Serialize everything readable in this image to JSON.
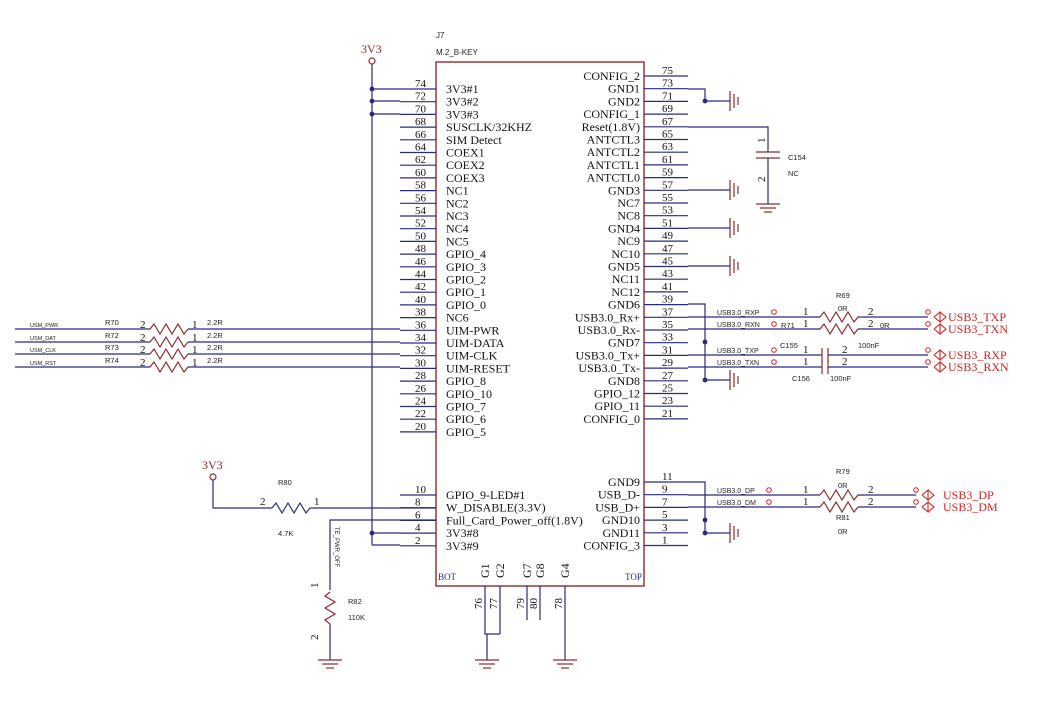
{
  "connector": {
    "ref": "J7",
    "part": "M.2_B-KEY",
    "bot": "BOT",
    "top": "TOP",
    "left_pins": [
      {
        "n": "74",
        "name": "3V3#1"
      },
      {
        "n": "72",
        "name": "3V3#2"
      },
      {
        "n": "70",
        "name": "3V3#3"
      },
      {
        "n": "68",
        "name": "SUSCLK/32KHZ"
      },
      {
        "n": "66",
        "name": "SIM Detect"
      },
      {
        "n": "64",
        "name": "COEX1"
      },
      {
        "n": "62",
        "name": "COEX2"
      },
      {
        "n": "60",
        "name": "COEX3"
      },
      {
        "n": "58",
        "name": "NC1"
      },
      {
        "n": "56",
        "name": "NC2"
      },
      {
        "n": "54",
        "name": "NC3"
      },
      {
        "n": "52",
        "name": "NC4"
      },
      {
        "n": "50",
        "name": "NC5"
      },
      {
        "n": "48",
        "name": "GPIO_4"
      },
      {
        "n": "46",
        "name": "GPIO_3"
      },
      {
        "n": "44",
        "name": "GPIO_2"
      },
      {
        "n": "42",
        "name": "GPIO_1"
      },
      {
        "n": "40",
        "name": "GPIO_0"
      },
      {
        "n": "38",
        "name": "NC6"
      },
      {
        "n": "36",
        "name": "UIM-PWR"
      },
      {
        "n": "34",
        "name": "UIM-DATA"
      },
      {
        "n": "32",
        "name": "UIM-CLK"
      },
      {
        "n": "30",
        "name": "UIM-RESET"
      },
      {
        "n": "28",
        "name": "GPIO_8"
      },
      {
        "n": "26",
        "name": "GPIO_10"
      },
      {
        "n": "24",
        "name": "GPIO_7"
      },
      {
        "n": "22",
        "name": "GPIO_6"
      },
      {
        "n": "20",
        "name": "GPIO_5"
      }
    ],
    "left_pins_low": [
      {
        "n": "10",
        "name": "GPIO_9-LED#1"
      },
      {
        "n": "8",
        "name": "W_DISABLE(3.3V)"
      },
      {
        "n": "6",
        "name": "Full_Card_Power_off(1.8V)"
      },
      {
        "n": "4",
        "name": "3V3#8"
      },
      {
        "n": "2",
        "name": "3V3#9"
      }
    ],
    "right_pins": [
      {
        "n": "75",
        "name": "CONFIG_2"
      },
      {
        "n": "73",
        "name": "GND1"
      },
      {
        "n": "71",
        "name": "GND2"
      },
      {
        "n": "69",
        "name": "CONFIG_1"
      },
      {
        "n": "67",
        "name": "Reset(1.8V)"
      },
      {
        "n": "65",
        "name": "ANTCTL3"
      },
      {
        "n": "63",
        "name": "ANTCTL2"
      },
      {
        "n": "61",
        "name": "ANTCTL1"
      },
      {
        "n": "59",
        "name": "ANTCTL0"
      },
      {
        "n": "57",
        "name": "GND3"
      },
      {
        "n": "55",
        "name": "NC7"
      },
      {
        "n": "53",
        "name": "NC8"
      },
      {
        "n": "51",
        "name": "GND4"
      },
      {
        "n": "49",
        "name": "NC9"
      },
      {
        "n": "47",
        "name": "NC10"
      },
      {
        "n": "45",
        "name": "GND5"
      },
      {
        "n": "43",
        "name": "NC11"
      },
      {
        "n": "41",
        "name": "NC12"
      },
      {
        "n": "39",
        "name": "GND6"
      },
      {
        "n": "37",
        "name": "USB3.0_Rx+"
      },
      {
        "n": "35",
        "name": "USB3.0_Rx-"
      },
      {
        "n": "33",
        "name": "GND7"
      },
      {
        "n": "31",
        "name": "USB3.0_Tx+"
      },
      {
        "n": "29",
        "name": "USB3.0_Tx-"
      },
      {
        "n": "27",
        "name": "GND8"
      },
      {
        "n": "25",
        "name": "GPIO_12"
      },
      {
        "n": "23",
        "name": "GPIO_11"
      },
      {
        "n": "21",
        "name": "CONFIG_0"
      }
    ],
    "right_pins_low": [
      {
        "n": "11",
        "name": "GND9"
      },
      {
        "n": "9",
        "name": "USB_D-"
      },
      {
        "n": "7",
        "name": "USB_D+"
      },
      {
        "n": "5",
        "name": "GND10"
      },
      {
        "n": "3",
        "name": "GND11"
      },
      {
        "n": "1",
        "name": "CONFIG_3"
      }
    ],
    "bottom_pins": [
      {
        "name": "G1",
        "n": "76"
      },
      {
        "name": "G2",
        "n": "77"
      },
      {
        "name": "G7",
        "n": "79"
      },
      {
        "name": "G8",
        "n": "80"
      },
      {
        "name": "G4",
        "n": "78"
      }
    ]
  },
  "power": {
    "top": "3V3",
    "mid": "3V3"
  },
  "sim_resistors": [
    {
      "ref": "R70",
      "val": "2.2R",
      "net": "USM_PWR",
      "p2": "2",
      "p1": "1"
    },
    {
      "ref": "R72",
      "val": "2.2R",
      "net": "USM_DAT",
      "p2": "2",
      "p1": "1"
    },
    {
      "ref": "R73",
      "val": "2.2R",
      "net": "USM_CLK",
      "p2": "2",
      "p1": "1"
    },
    {
      "ref": "R74",
      "val": "2.2R",
      "net": "USM_RST",
      "p2": "2",
      "p1": "1"
    }
  ],
  "r80": {
    "ref": "R80",
    "val": "4.7K",
    "p2": "2",
    "p1": "1"
  },
  "r82": {
    "ref": "R82",
    "val": "110K",
    "p1": "1",
    "p2": "2",
    "net": "TE_PWR_OFF"
  },
  "c154": {
    "ref": "C154",
    "val": "NC",
    "p1": "1",
    "p2": "2"
  },
  "usb3": {
    "nets": [
      "USB3.0_RXP",
      "USB3.0_RXN",
      "USB3.0_TXP",
      "USB3.0_TXN"
    ],
    "r69": {
      "ref": "R69",
      "val": "0R"
    },
    "r71": {
      "ref": "R71",
      "val": "0R"
    },
    "c155": {
      "ref": "C155",
      "val": "100nF"
    },
    "c156": {
      "ref": "C156",
      "val": "100nF"
    },
    "ports": [
      "USB3_TXP",
      "USB3_TXN",
      "USB3_RXP",
      "USB3_RXN"
    ],
    "pin1": "1",
    "pin2": "2"
  },
  "usb2": {
    "nets": [
      "USB3.0_DP",
      "USB3.0_DM"
    ],
    "r79": {
      "ref": "R79",
      "val": "0R"
    },
    "r81": {
      "ref": "R81",
      "val": "0R"
    },
    "ports": [
      "USB3_DP",
      "USB3_DM"
    ]
  },
  "colors": {
    "wire": "#2a2a7a",
    "port": "#d32222"
  }
}
